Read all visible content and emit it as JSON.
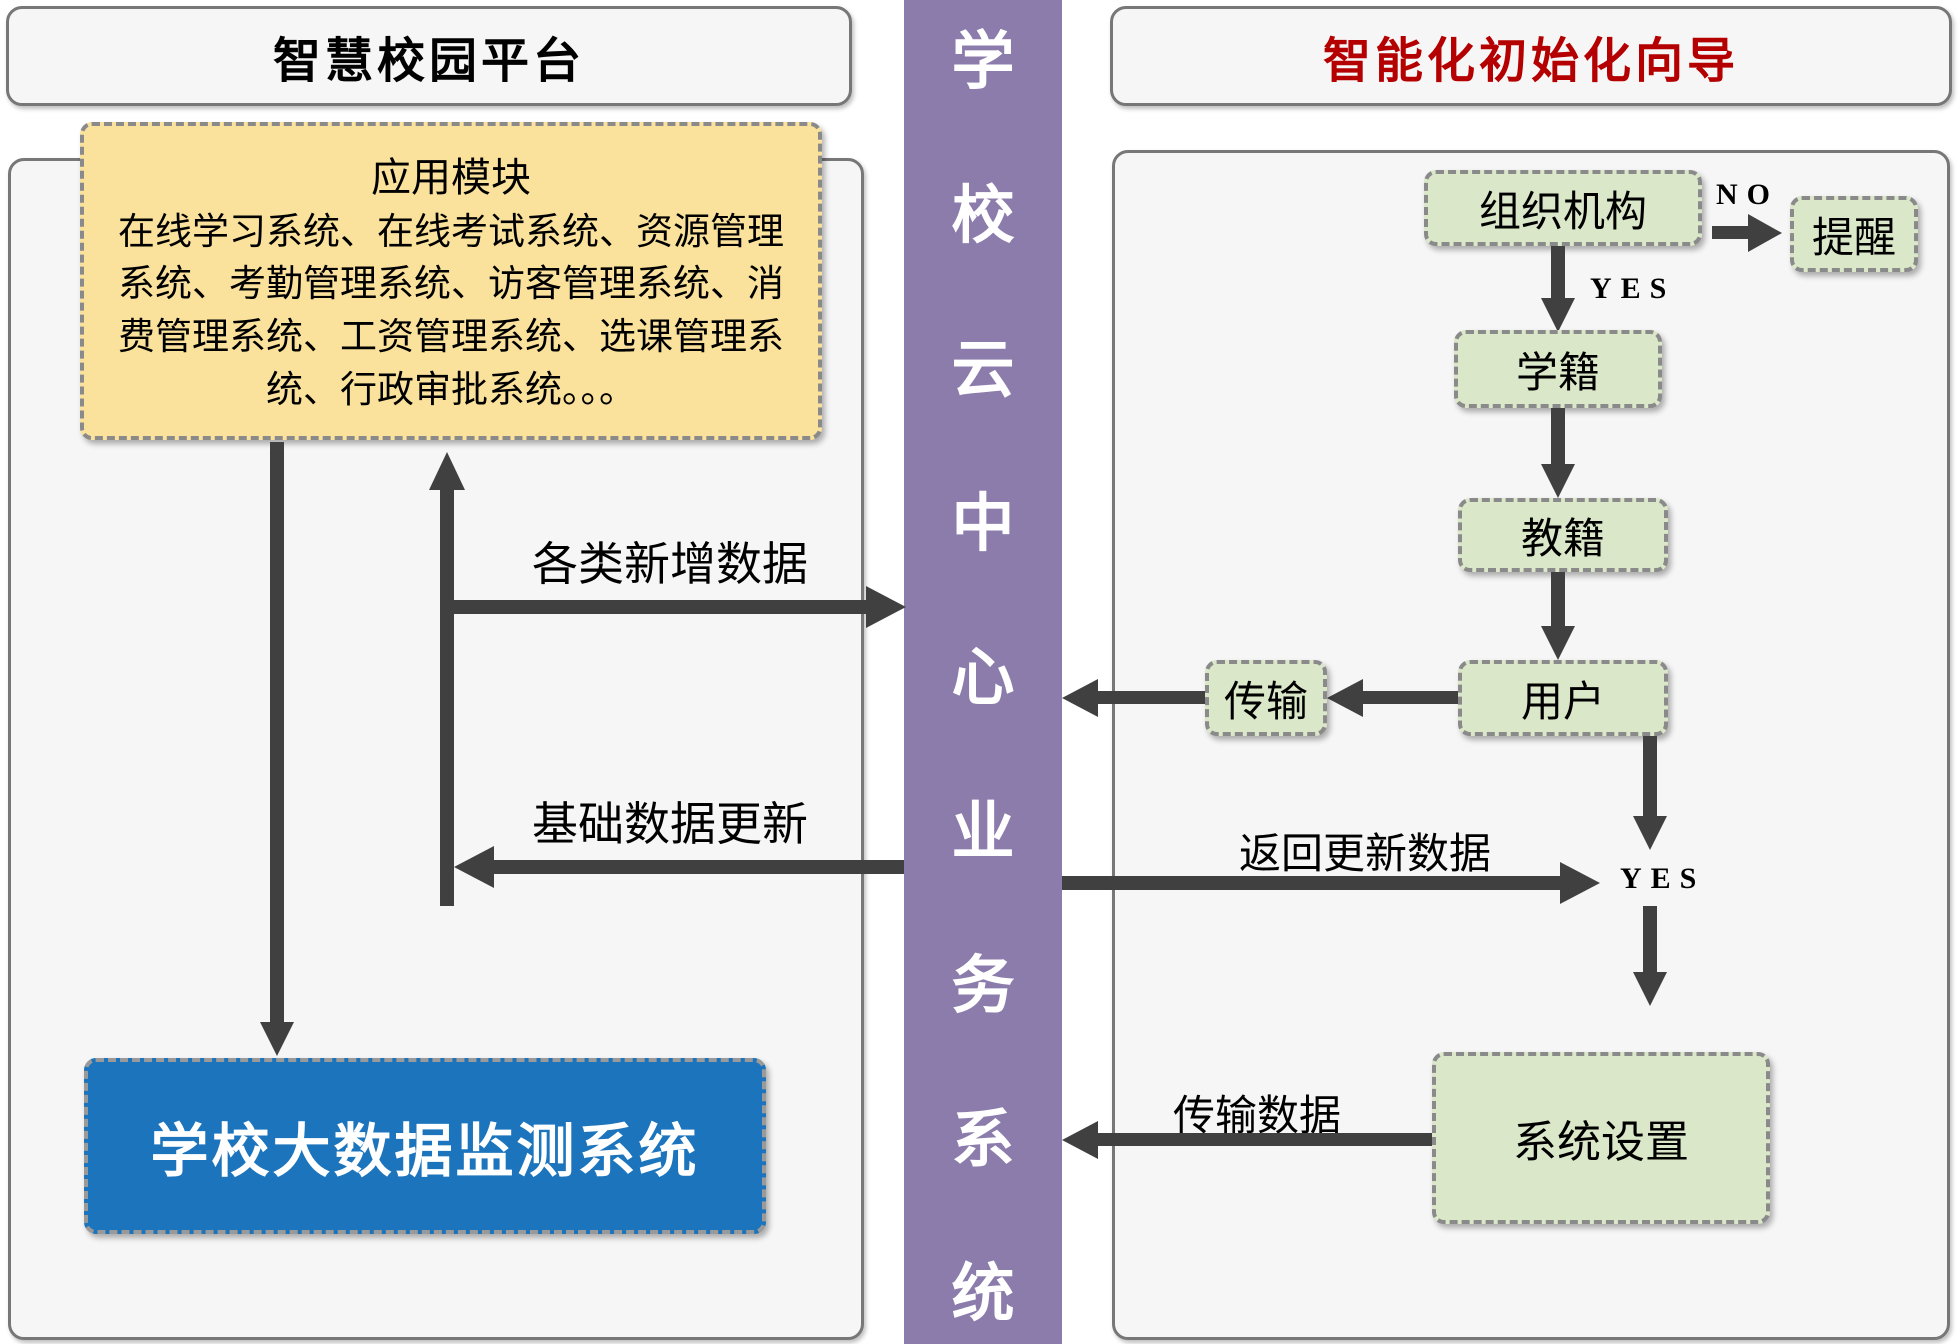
{
  "colors": {
    "arrow": "#404040",
    "purple_bar": "#8b7cac",
    "yellow_box": "#fbe29c",
    "green_box": "#dbe7c9",
    "blue_box": "#1b74bc",
    "red_title": "#b40000",
    "panel_bg": "#f6f6f6",
    "dash_border": "#8a8a8a"
  },
  "left": {
    "header": "智慧校园平台",
    "app_module_title": "应用模块",
    "app_module_body": "在线学习系统、在线考试系统、资源管理系统、考勤管理系统、访客管理系统、消费管理系统、工资管理系统、选课管理系统、行政审批系统。。。",
    "big_data_system": "学校大数据监测系统",
    "label_new_data": "各类新增数据",
    "label_base_update": "基础数据更新"
  },
  "center": {
    "cloud_title": "学校云中心业务系统"
  },
  "right": {
    "header": "智能化初始化向导",
    "node_org": "组织机构",
    "node_reminder": "提醒",
    "node_student": "学籍",
    "node_teacher": "教籍",
    "node_user": "用户",
    "node_transfer": "传输",
    "node_settings": "系统设置",
    "label_no": "NO",
    "label_yes_top": "YES",
    "label_yes_mid": "YES",
    "label_return_update": "返回更新数据",
    "label_transfer_data": "传输数据"
  }
}
